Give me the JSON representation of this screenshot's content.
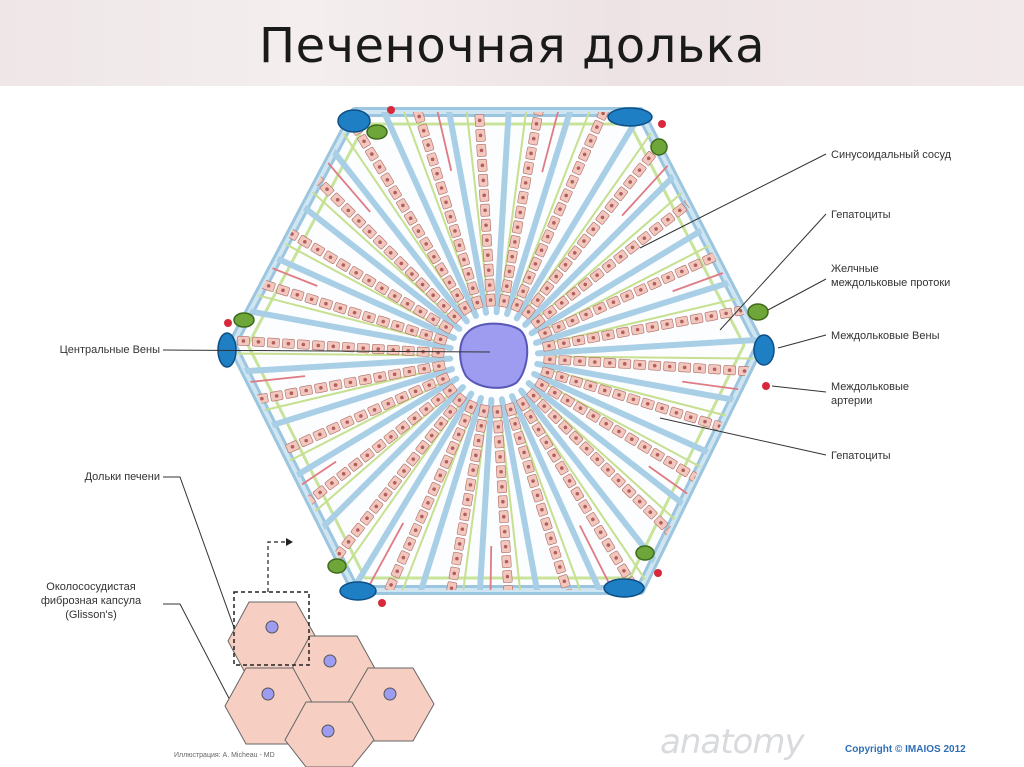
{
  "title": "Печеночная долька",
  "labels": {
    "sinusoid": "Синусоидальный сосуд",
    "hepatocytes_top": "Гепатоциты",
    "bile_ducts_1": "Желчные",
    "bile_ducts_2": "междольковые протоки",
    "interlobular_veins": "Междольковые Вены",
    "interlobular_arteries_1": "Междольковые",
    "interlobular_arteries_2": "артерии",
    "hepatocytes_bottom": "Гепатоциты",
    "central_veins": "Центральные Вены",
    "liver_lobules": "Дольки печени",
    "capsule_1": "Околососудистая",
    "capsule_2": "фиброзная капсула",
    "capsule_3": "(Glisson's)"
  },
  "credit": "Иллюстрация: A. Micheau - MD",
  "watermark": "anatomy",
  "copyright": "Copyright © IMAIOS 2012",
  "colors": {
    "portal_vein": "#1f7fc4",
    "bile_duct": "#6fa63a",
    "artery": "#d8283a",
    "sinusoid": "#a9cfe6",
    "hepatocyte": "#f2c7bd",
    "central_vein": "#9d9cf0",
    "lobule_fill": "#f7cfc2"
  }
}
